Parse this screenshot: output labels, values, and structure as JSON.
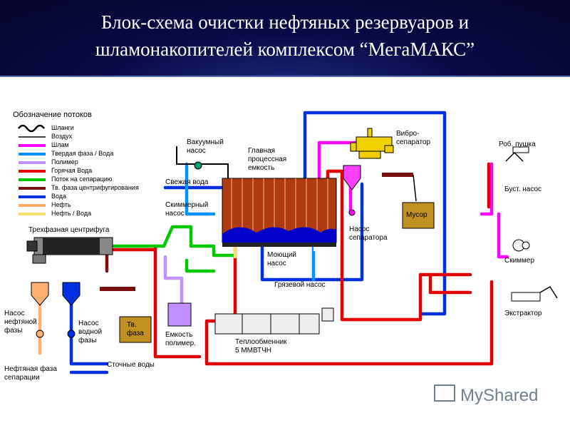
{
  "slide": {
    "title_line1": "Блок-схема очистки нефтяных резервуаров и",
    "title_line2": "шламонакопителей комплексом “МегаМАКС”"
  },
  "legend": {
    "title": "Обозначение потоков",
    "items": [
      {
        "label": "Шланги",
        "color": "#000000"
      },
      {
        "label": "Воздух",
        "color": "#000000"
      },
      {
        "label": "Шлам",
        "color": "#ff00ff"
      },
      {
        "label": "Твердая фаза / Вода",
        "color": "#0080ff"
      },
      {
        "label": "Полимер",
        "color": "#c080ff"
      },
      {
        "label": "Горячая Вода",
        "color": "#e00000"
      },
      {
        "label": "Поток на сепарацию",
        "color": "#00c000"
      },
      {
        "label": "Тв. фаза центрифугирования",
        "color": "#800000"
      },
      {
        "label": "Вода",
        "color": "#0000e0"
      },
      {
        "label": "Нефть",
        "color": "#ffb070"
      },
      {
        "label": "Нефть / Вода",
        "color": "#ffe080"
      }
    ]
  },
  "labels": {
    "vacuum_pump": [
      "Вакуумный",
      "насос"
    ],
    "main_tank": [
      "Главная",
      "процессная",
      "емкость"
    ],
    "fresh_water": "Свежая вода",
    "skimmer_pump": [
      "Скиммерный",
      "насос"
    ],
    "centrifuge": "Трехфазная центрифуга",
    "washing_pump": [
      "Моющий",
      "насос"
    ],
    "dirt_pump": "Грязевой насос",
    "vibro_separator": [
      "Вибро-",
      "сепаратор"
    ],
    "garbage": "Мусор",
    "separator_pump": [
      "Насос",
      "сепаратора"
    ],
    "robot_gun": "Роб. пушка",
    "booster_pump": "Буст. насос",
    "skimmer": "Скиммер",
    "extractor": "Экстрактор",
    "oil_pump": [
      "Насос",
      "нефтяной",
      "фазы"
    ],
    "water_pump": [
      "Насос",
      "водной",
      "фазы"
    ],
    "solid_phase": [
      "Тв.",
      "фаза"
    ],
    "polymer_tank": [
      "Емкость",
      "полимер."
    ],
    "heat_exchanger": [
      "Теплообменник",
      "5 ММВТЧН"
    ],
    "oil_separation": [
      "Нефтяная фаза",
      "сепарации"
    ],
    "waste_water": "Сточные воды"
  },
  "watermark": "MyShared",
  "colors": {
    "magenta": "#ff00ff",
    "red": "#e00000",
    "blue": "#0030e0",
    "lightblue": "#0090ff",
    "green": "#00c800",
    "brown": "#7a1010",
    "lilac": "#c090ff",
    "orange": "#ffb070",
    "yellow": "#f4e070",
    "tank": "#b03a10",
    "header": "#06063a"
  }
}
